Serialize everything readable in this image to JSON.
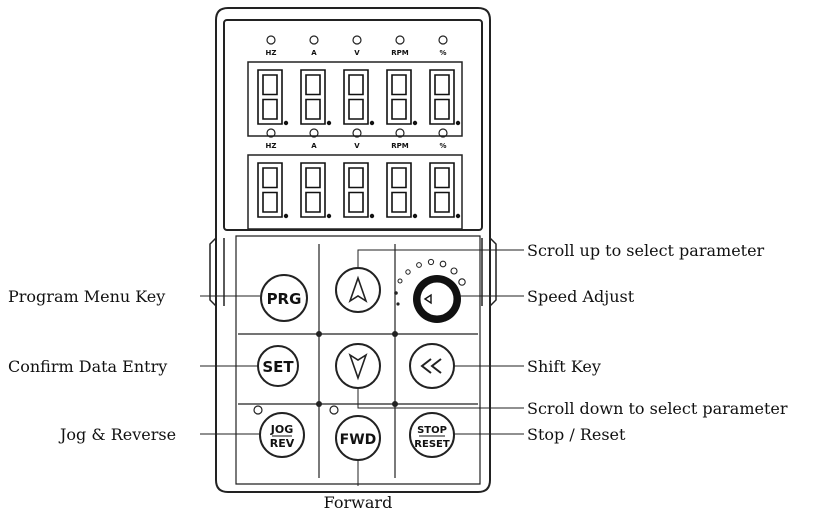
{
  "indicators": {
    "row1": [
      "HZ",
      "A",
      "V",
      "RPM",
      "%"
    ],
    "row2": [
      "HZ",
      "A",
      "V",
      "RPM",
      "%"
    ]
  },
  "display": {
    "digits_per_row": 5
  },
  "keys": {
    "prg": "PRG",
    "set": "SET",
    "jog_line1": "JOG",
    "jog_line2": "REV",
    "fwd": "FWD",
    "stop_line1": "STOP",
    "stop_line2": "RESET",
    "up_icon": "up-arrow-icon",
    "down_icon": "down-arrow-icon",
    "shift_icon": "double-chevron-left-icon",
    "knob_icon": "rotary-knob-icon"
  },
  "labels": {
    "scroll_up": "Scroll up  to select parameter",
    "program_menu": "Program Menu Key",
    "speed_adjust": "Speed Adjust",
    "confirm": "Confirm Data Entry",
    "shift": "Shift Key",
    "scroll_down": "Scroll down to select parameter",
    "jog_reverse": "Jog & Reverse",
    "stop_reset": "Stop / Reset",
    "forward": "Forward"
  }
}
